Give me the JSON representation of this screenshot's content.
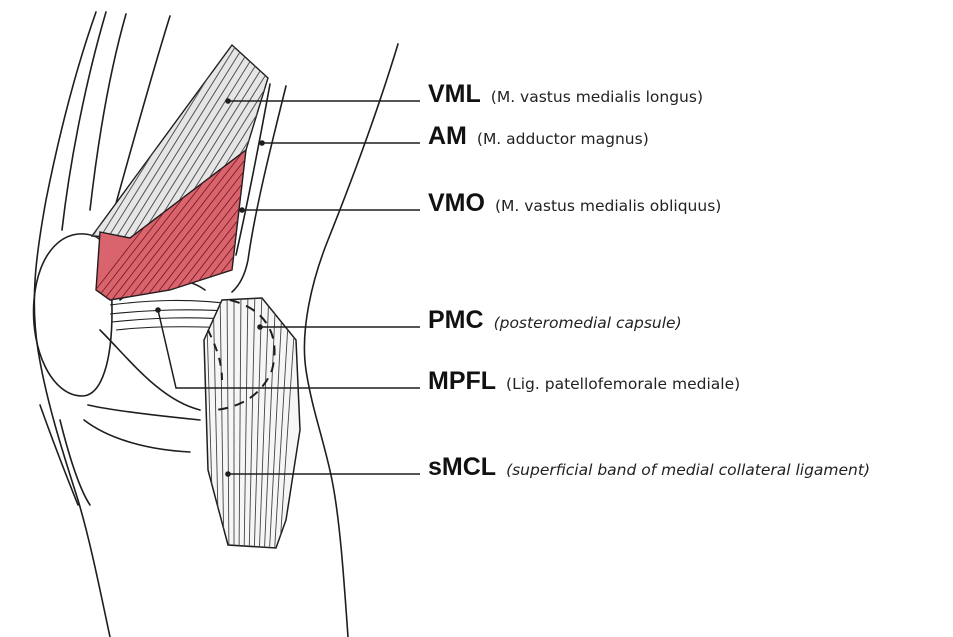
{
  "colors": {
    "ink": "#1e1e1e",
    "muscle_red": "#d9646e",
    "muscle_grey": "#c4c4c4",
    "background": "#ffffff"
  },
  "labels": [
    {
      "abbr": "VML",
      "desc": "(M. vastus medialis longus)",
      "italic": false
    },
    {
      "abbr": "AM",
      "desc": "(M. adductor magnus)",
      "italic": false
    },
    {
      "abbr": "VMO",
      "desc": "(M. vastus medialis obliquus)",
      "italic": false
    },
    {
      "abbr": "PMC",
      "desc": "(posteromedial capsule)",
      "italic": true
    },
    {
      "abbr": "MPFL",
      "desc": "(Lig. patellofemorale mediale)",
      "italic": false
    },
    {
      "abbr": "sMCL",
      "desc": "(superficial band of medial collateral ligament)",
      "italic": true
    }
  ]
}
